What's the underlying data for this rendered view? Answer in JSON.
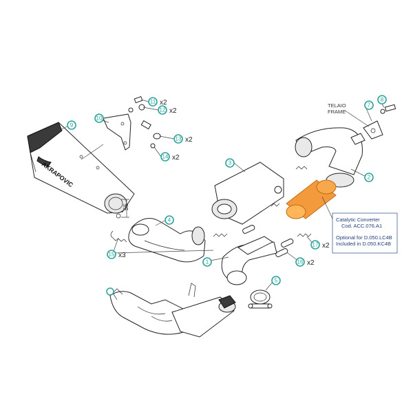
{
  "callouts": [
    {
      "num": "1",
      "qty": ""
    },
    {
      "num": "2",
      "qty": ""
    },
    {
      "num": "3",
      "qty": ""
    },
    {
      "num": "4",
      "qty": ""
    },
    {
      "num": "5",
      "qty": ""
    },
    {
      "num": "7",
      "qty": ""
    },
    {
      "num": "8",
      "qty": ""
    },
    {
      "num": "9",
      "qty": ""
    },
    {
      "num": "10",
      "qty": ""
    },
    {
      "num": "11",
      "qty": "x2"
    },
    {
      "num": "12",
      "qty": "x2"
    },
    {
      "num": "13",
      "qty": "x2"
    },
    {
      "num": "14",
      "qty": "x2"
    },
    {
      "num": "15",
      "qty": "x3"
    },
    {
      "num": "16",
      "qty": "x2"
    },
    {
      "num": "17",
      "qty": "x2"
    }
  ],
  "frame_label": {
    "line1": "TELAIO",
    "line2": "FRAME"
  },
  "catalytic_note": {
    "line1": "Catalytic Converter",
    "line2": "Cod. ACC.076.A1",
    "line3": "Optional for D.050.LC4B",
    "line4": "Included in D.050.KC4B"
  },
  "dimension_label": "55",
  "brand_mark": "AKRAPOVIC",
  "colors": {
    "callout": "#2ba39b",
    "highlight": "#f39a3c",
    "note_text": "#1f3f7a"
  }
}
